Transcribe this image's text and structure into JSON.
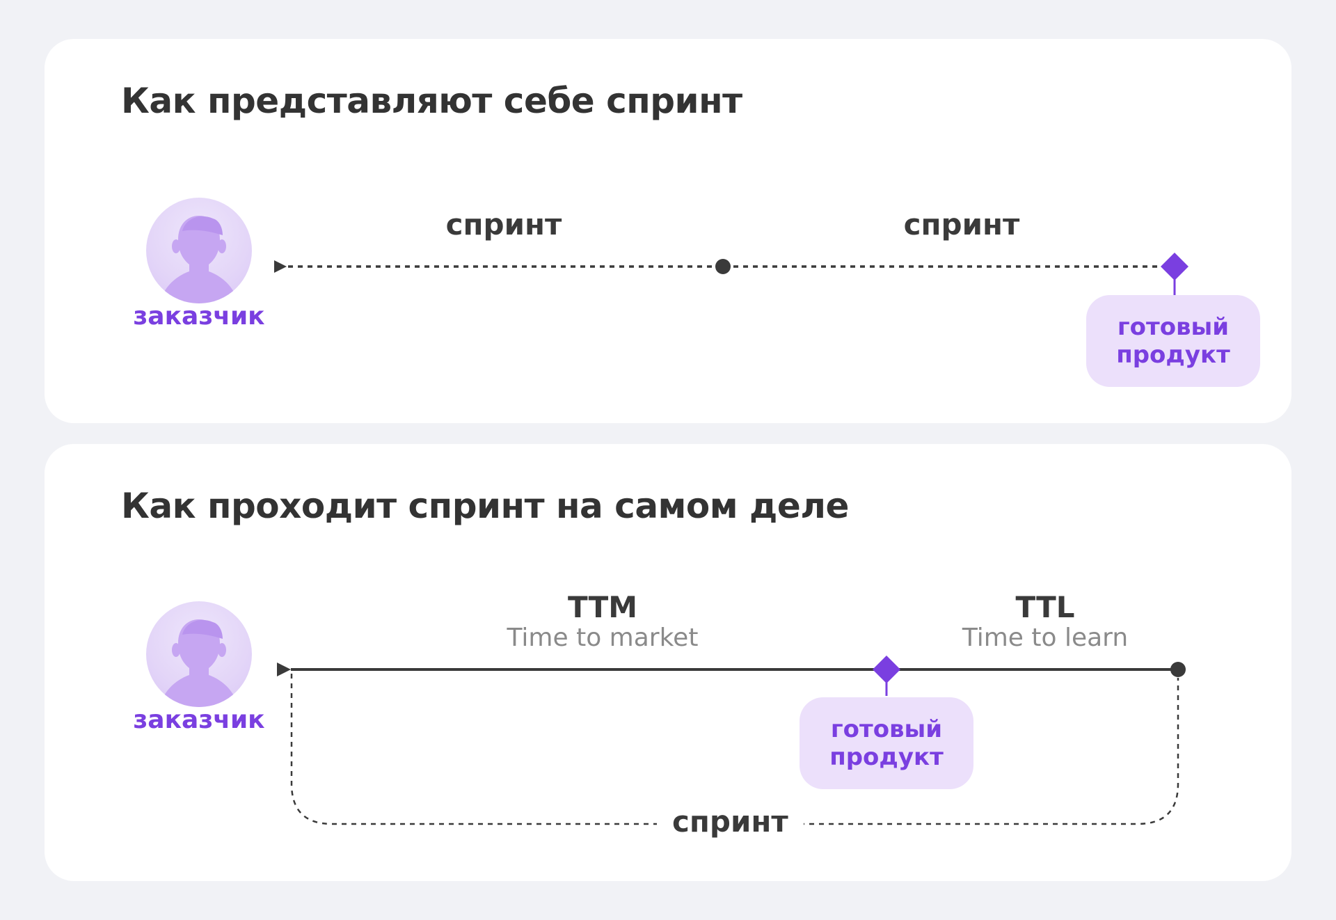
{
  "panel_expectation": {
    "title": "Как представляют себе спринт",
    "customer_label": "заказчик",
    "sprint_labels": [
      "спринт",
      "спринт"
    ],
    "product_label_lines": [
      "готовый",
      "продукт"
    ]
  },
  "panel_reality": {
    "title": "Как проходит спринт на самом деле",
    "customer_label": "заказчик",
    "ttm": {
      "abbr": "TTM",
      "full": "Time to market"
    },
    "ttl": {
      "abbr": "TTL",
      "full": "Time to learn"
    },
    "product_label_lines": [
      "готовый",
      "продукт"
    ],
    "sprint_label": "спринт"
  },
  "colors": {
    "accent": "#7a3fe0",
    "product_bg": "#ece0fb",
    "avatar_bg": "#e3d5f8",
    "avatar_figure": "#c6a6f2",
    "line": "#3a3a3a",
    "page_bg": "#f1f2f6",
    "card_bg": "#ffffff"
  },
  "icons": {
    "customer": "person-silhouette-icon",
    "start": "triangle-arrow-icon",
    "milestone": "circle-dot-icon",
    "product": "diamond-icon"
  }
}
